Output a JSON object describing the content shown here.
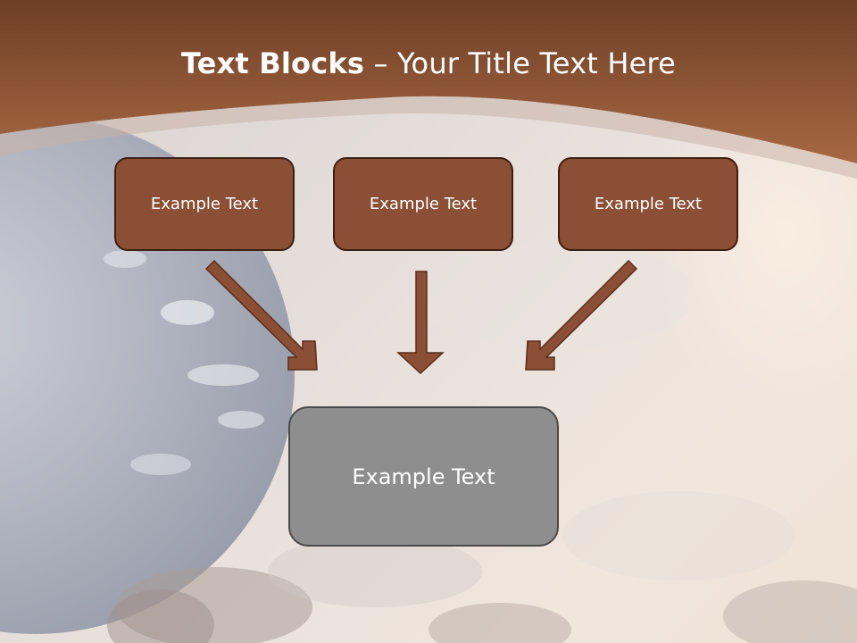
{
  "slide": {
    "title_bold": "Text Blocks",
    "title_rest": " – Your Title Text Here"
  },
  "diagram": {
    "source_boxes": [
      {
        "label": "Example Text"
      },
      {
        "label": "Example Text"
      },
      {
        "label": "Example Text"
      }
    ],
    "target_box": {
      "label": "Example Text"
    }
  },
  "colors": {
    "header": "#8b4f35",
    "box_fill": "#8b4f35",
    "box_border": "#3e1f12",
    "target_fill": "#8e8e8e",
    "arrow_fill": "#8b4f35"
  }
}
